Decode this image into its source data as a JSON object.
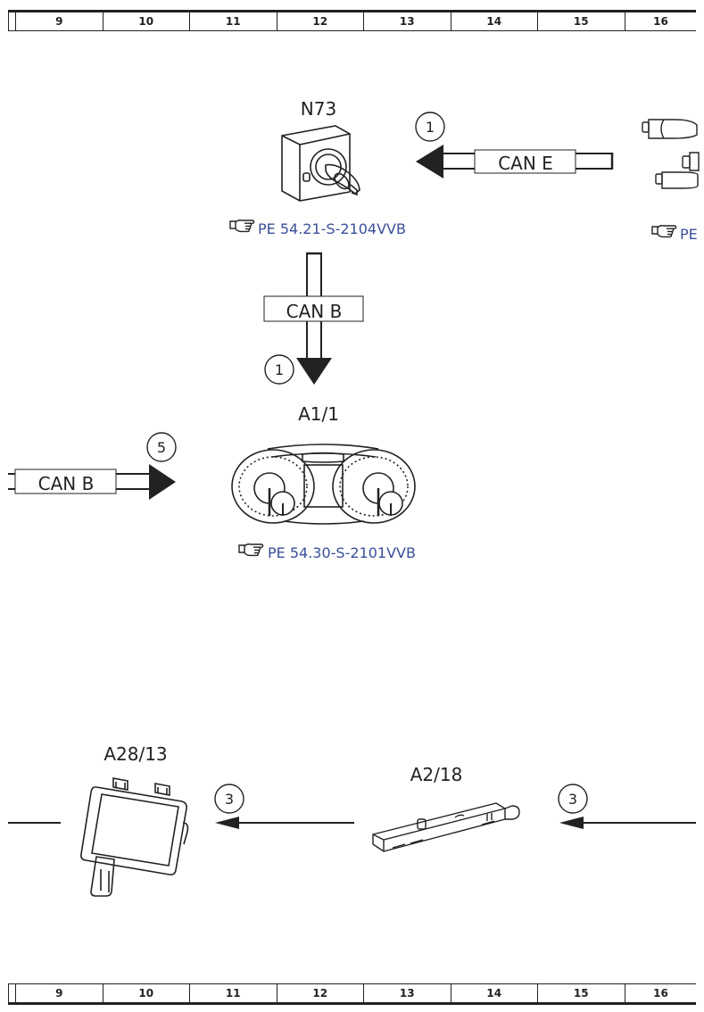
{
  "ruler": {
    "columns": [
      "9",
      "10",
      "11",
      "12",
      "13",
      "14",
      "15",
      "16"
    ]
  },
  "components": {
    "n73": {
      "label": "N73",
      "ref": "PE 54.21-S-2104VVB"
    },
    "a1_1": {
      "label": "A1/1",
      "ref": "PE 54.30-S-2101VVB"
    },
    "a28_13": {
      "label": "A28/13"
    },
    "a2_18": {
      "label": "A2/18"
    },
    "right_partial": {
      "ref": "PE"
    }
  },
  "connections": {
    "can_e": {
      "label": "CAN E",
      "number": "1"
    },
    "can_b_vertical": {
      "label": "CAN B",
      "number": "1"
    },
    "can_b_left": {
      "label": "CAN B",
      "number": "5"
    },
    "link_a28": {
      "number": "3"
    },
    "link_a2": {
      "number": "3"
    }
  },
  "icons": {
    "ref": "pointing-hand-icon",
    "n73": "ignition-switch-icon",
    "a1_1": "instrument-cluster-icon",
    "a28_13": "control-module-icon",
    "a2_18": "antenna-module-icon",
    "lever": "steering-column-lever-icon"
  }
}
